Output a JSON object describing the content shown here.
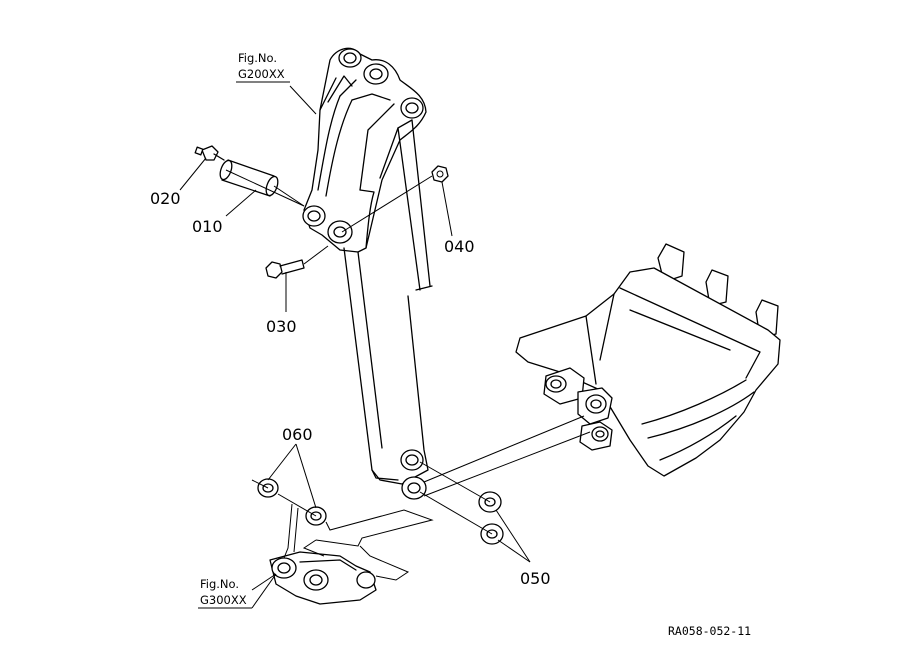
{
  "figure_refs": [
    {
      "top": "Fig.No.",
      "bottom": "G200XX"
    },
    {
      "top": "Fig.No.",
      "bottom": "G300XX"
    }
  ],
  "parts": [
    "010",
    "020",
    "030",
    "040",
    "050",
    "060"
  ],
  "drawing_code": "RA058-052-11"
}
